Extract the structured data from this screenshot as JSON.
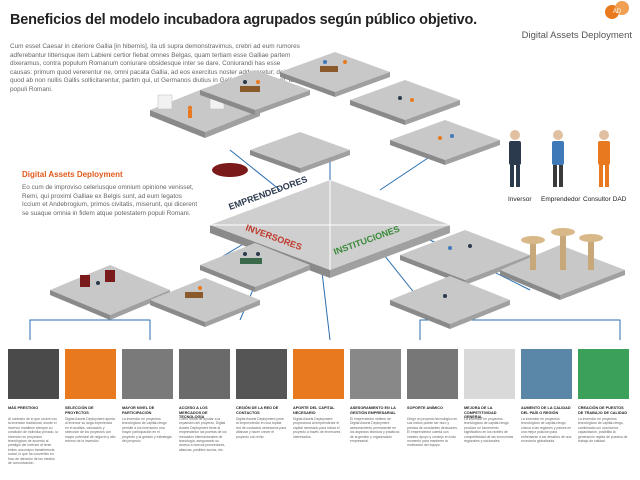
{
  "title": "Beneficios del modelo incubadora agrupados según público objetivo.",
  "brand": {
    "name": "Digital Assets Deployment",
    "logo_text": "AD"
  },
  "intro_text": "Cum esset Caesar in citeriore Gallia [in hibernis], ita uti supra demonstravimus, crebri ad eum rumores adferebantur litterisque item Labieni certior fiebat omnes Belgas, quam tertiam esse Galliae partem dixeramus, contra populum Romanum coniurare obsidesque inter se dare. Coniurandi has esse causas: primum quod vererentur ne, omni pacata Gallia, ad eos exercitus noster adduceretur; deinde quod ab non nullis Gallis sollicitarentur, partim qui, ut Germanos diutius in Gallia versari noluerant, ita populi Romani.",
  "dad_section": {
    "heading": "Digital Assets Deployment",
    "text": "Eo cum de improviso celeriusque omnium opinione venisset, Remi, qui proximi Galliae ex Belgis sunt, ad eum legatos Iccium et Andebrogium, primos civitatis, miserunt, qui dicerent se suaque omnia in fidem atque potestatem populi Romani."
  },
  "legend": [
    {
      "label": "Inversor",
      "color": "#2c3a4d"
    },
    {
      "label": "Emprendedor",
      "color": "#3f79b8"
    },
    {
      "label": "Consultor DAD",
      "color": "#e8791e"
    }
  ],
  "center_labels": [
    {
      "text": "EMPRENDEDORES",
      "color": "#2c3a4d"
    },
    {
      "text": "INVERSORES",
      "color": "#c0392b"
    },
    {
      "text": "INSTITUCIONES",
      "color": "#3a8a3a"
    }
  ],
  "colors": {
    "platform": "#9a9a9a",
    "platform_top": "#c8c8c8",
    "connector": "#2a6db0",
    "orange": "#e8791e"
  },
  "cards": [
    {
      "title": "MÁS PRESTIGIO",
      "text": "Al contrario de lo que ocurre con la inversión tradicional, donde el inversor mantiene siempre su condición de individuo privado, la inversión en proyectos tecnológicos de acuerdo al prestigio del inversor al tener éxitos una mayor transferencia social, lo que ha convertido en foco de atención de los medios de comunicación.",
      "bg": "#4a4a4a"
    },
    {
      "title": "SELECCIÓN DE PROYECTOS",
      "text": "Digital Assets Deployment aporta al inversor su larga experiencia en el análisis, valoración y selección de los proyectos con mayor potencial de negocio y alto retorno de la inversión.",
      "bg": "#e8791e"
    },
    {
      "title": "MAYOR NIVEL DE PARTICIPACIÓN",
      "text": "La inversión en proyectos tecnológicos de capital-riesgo permite a los inversores una mayor participación en el proyecto y la gestión y estrategia del proyecto.",
      "bg": "#7a7a7a"
    },
    {
      "title": "ACCESO A LOS MERCADOS DE TECNOLOGÍA",
      "text": "Como forma de ayudar a la expansión del proyecto, Digital Assets Deployment tiene al emprendedor las puertas de los mercados internacionales de tecnología, asegurando su acceso a nuevos proveedores, alianzas, posibles socios, etc.",
      "bg": "#6a6a6a"
    },
    {
      "title": "CESIÓN DE LA RED DE CONTACTOS",
      "text": "Digital Assets Deployment pone al emprendedor en una tupida red de contactos necesarios para afianzar y hacer crecer el proyecto con éxito.",
      "bg": "#555555"
    },
    {
      "title": "APORTE DEL CAPITAL NECESARIO",
      "text": "Digital Assets Deployment proporciona al emprendedor el capital necesario para iniciar el proyecto a través de inversores interesados.",
      "bg": "#e8791e"
    },
    {
      "title": "ASESORAMIENTO EN LA GESTIÓN EMPRESARIAL",
      "text": "El emprendedor obtiene de Digital Assets Deployment asesoramiento permanente en los aspectos técnicos y prácticos de la gestión y organización empresarial.",
      "bg": "#888888"
    },
    {
      "title": "SOPORTE ANÍMICO",
      "text": "Dirigir un proyecto tecnológico en sus inicios puede ser duro y precisa de constantes decisiones. El emprendedor cuenta con nuestro apoyo y consejo en todo momento para mantener la motivación del equipo.",
      "bg": "#777777"
    },
    {
      "title": "MEJORA DE LA COMPETITIVIDAD GENERAL",
      "text": "La inversión en proyectos tecnológicos de capital-riesgo produce un incremento significativo en los niveles de competitividad de las economías regionales y nacionales.",
      "bg": "#d9d9d9"
    },
    {
      "title": "AUMENTO DE LA CALIDAD DEL PAÍS O REGIÓN",
      "text": "La inversión en proyectos tecnológicos de capital-riesgo coloca a las regiones y países en una mejor posición para enfrentarse a los desafíos de una economía globalizada.",
      "bg": "#5a86a8"
    },
    {
      "title": "CREACIÓN DE PUESTOS DE TRABAJO DE CALIDAD",
      "text": "La inversión en proyectos tecnológicos de capital-riesgo, combinada con una buena capacitación, posibilita la generación rápida de puestos de trabajo de calidad.",
      "bg": "#3aa05a"
    }
  ]
}
